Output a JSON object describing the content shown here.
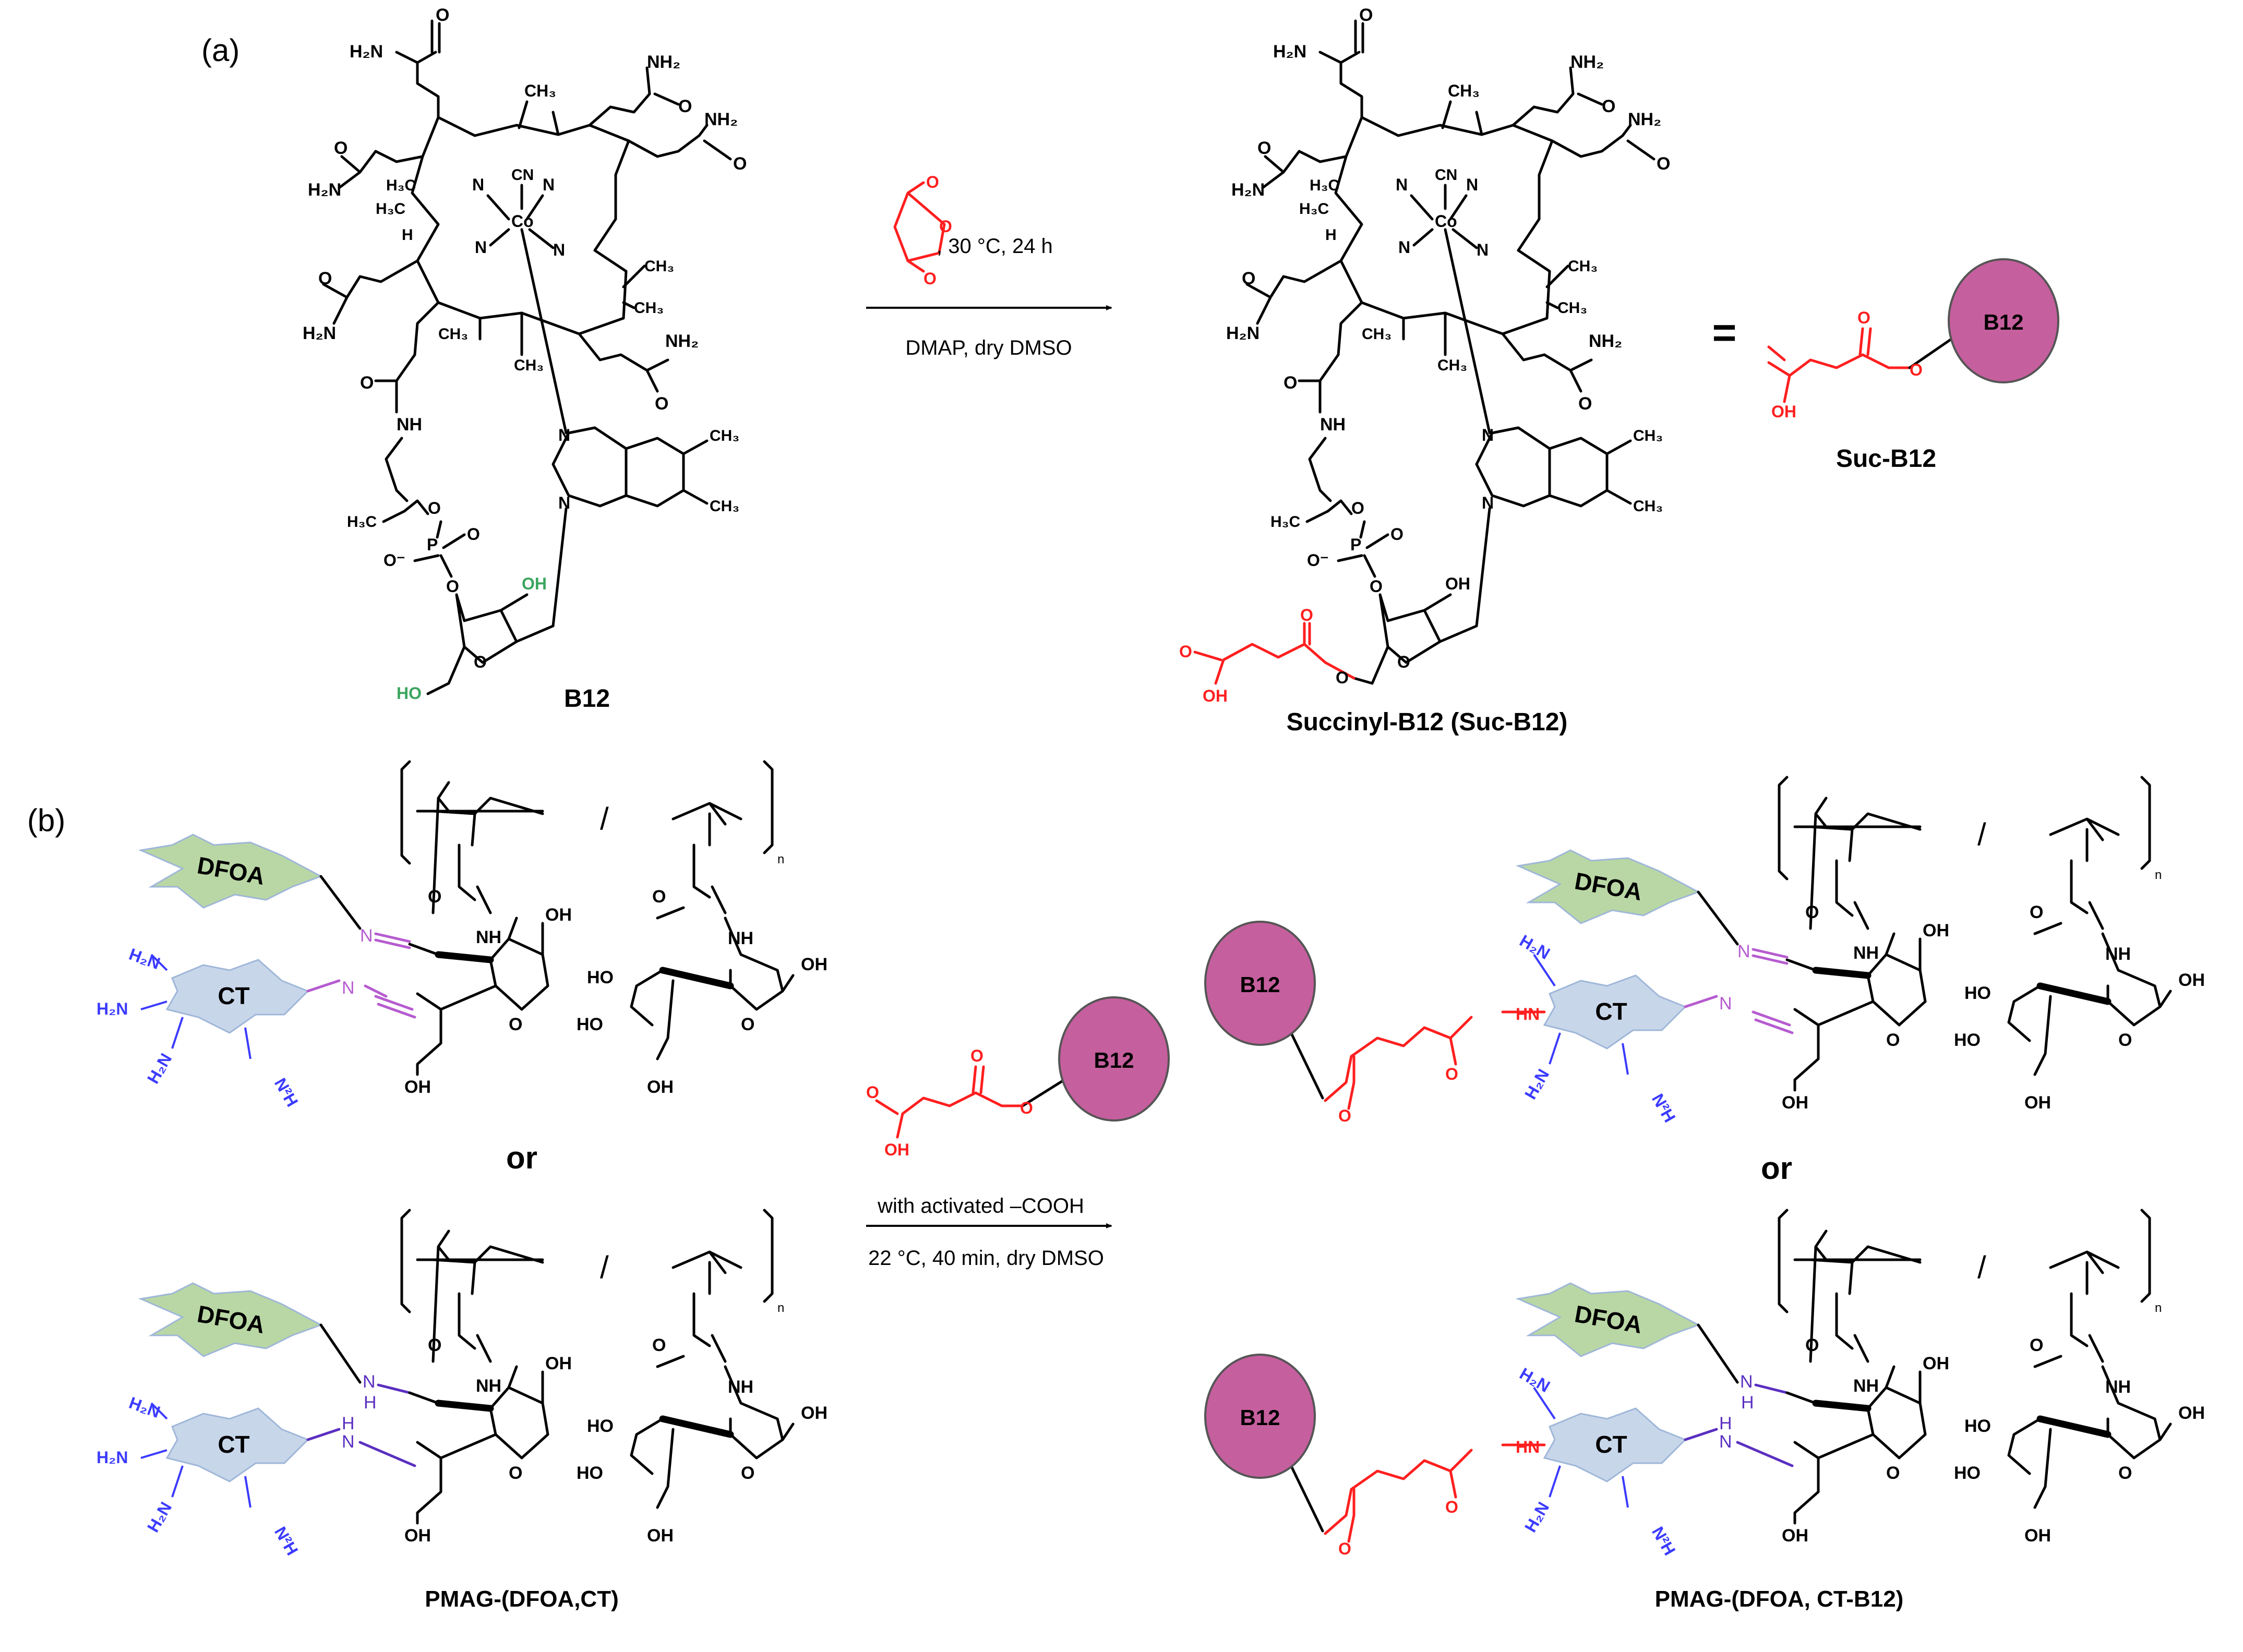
{
  "panel_labels": {
    "a": "(a)",
    "b": "(b)"
  },
  "molecules": {
    "b12": {
      "name": "B12",
      "atoms": {
        "h2n_top": "H₂N",
        "o1": "O",
        "nh2_tr": "NH₂",
        "o2": "O",
        "nh2_r": "NH₂",
        "o3": "O",
        "o_l": "O",
        "h2n_l": "H₂N",
        "h3c_a": "H₃C",
        "h3c_b": "H₃C",
        "h": "H",
        "n1": "N",
        "n2": "N",
        "n3": "N",
        "n4": "N",
        "cn": "CN",
        "co": "Co",
        "ch3_top": "CH₃",
        "ch3_r1": "CH₃",
        "ch3_r2": "CH₃",
        "ch3_c": "CH₃",
        "ch3_b": "CH₃",
        "o_l2": "O",
        "h2n_l2": "H₂N",
        "nh2_b": "NH₂",
        "o_b": "O",
        "o_amide": "O",
        "nh": "NH",
        "n_im1": "N",
        "n_im2": "N",
        "ch3_im1": "CH₃",
        "ch3_im2": "CH₃",
        "h3c_p": "H₃C",
        "o_p": "O",
        "p": "P",
        "o_p2": "O",
        "o_minus": "O⁻",
        "o_p3": "O",
        "oh": "OH",
        "ho": "HO",
        "o_ring": "O"
      }
    },
    "suc_b12": {
      "name": "Succinyl-B12 (Suc-B12)",
      "succinyl_o1": "O",
      "succinyl_o2": "O",
      "succinyl_oh": "OH"
    },
    "suc_b12_short": {
      "name": "Suc-B12",
      "equals": "=",
      "badge": "B12",
      "o1": "O",
      "o2": "O",
      "oh": "OH"
    }
  },
  "reaction_a": {
    "reagent_o1": "O",
    "reagent_o2": "O",
    "reagent_o3": "O",
    "conditions_top": ", 30 °C, 24 h",
    "conditions_bottom": "DMAP, dry DMSO"
  },
  "reaction_b": {
    "reagent_badge": "B12",
    "reagent_o1": "O",
    "reagent_o2": "O",
    "reagent_oh": "OH",
    "conditions_top": "with activated –COOH",
    "conditions_bottom": "22 °C, 40 min, dry DMSO"
  },
  "polymer": {
    "dfoa": "DFOA",
    "ct": "CT",
    "b12": "B12",
    "or": "or",
    "slash": "/",
    "n": "n",
    "o": "O",
    "nh": "NH",
    "oh": "OH",
    "ho": "HO",
    "n_imine": "N",
    "h_amine": "H",
    "n_amine": "N",
    "h2n": "H₂N",
    "n2h": "N²H",
    "hn": "HN",
    "start_name": "PMAG-(DFOA,CT)",
    "product_name": "PMAG-(DFOA,  CT-B12)"
  },
  "colors": {
    "black": "#000000",
    "red": "#ff1f1f",
    "green_oh": "#3aa55e",
    "blue_amine": "#3b3bff",
    "purple_imine": "#b65bd0",
    "purple_amine": "#5a2fc0",
    "b12_fill": "#c65f9e",
    "dfoa_fill": "#b9d7a4",
    "ct_fill": "#c8d6ea"
  }
}
